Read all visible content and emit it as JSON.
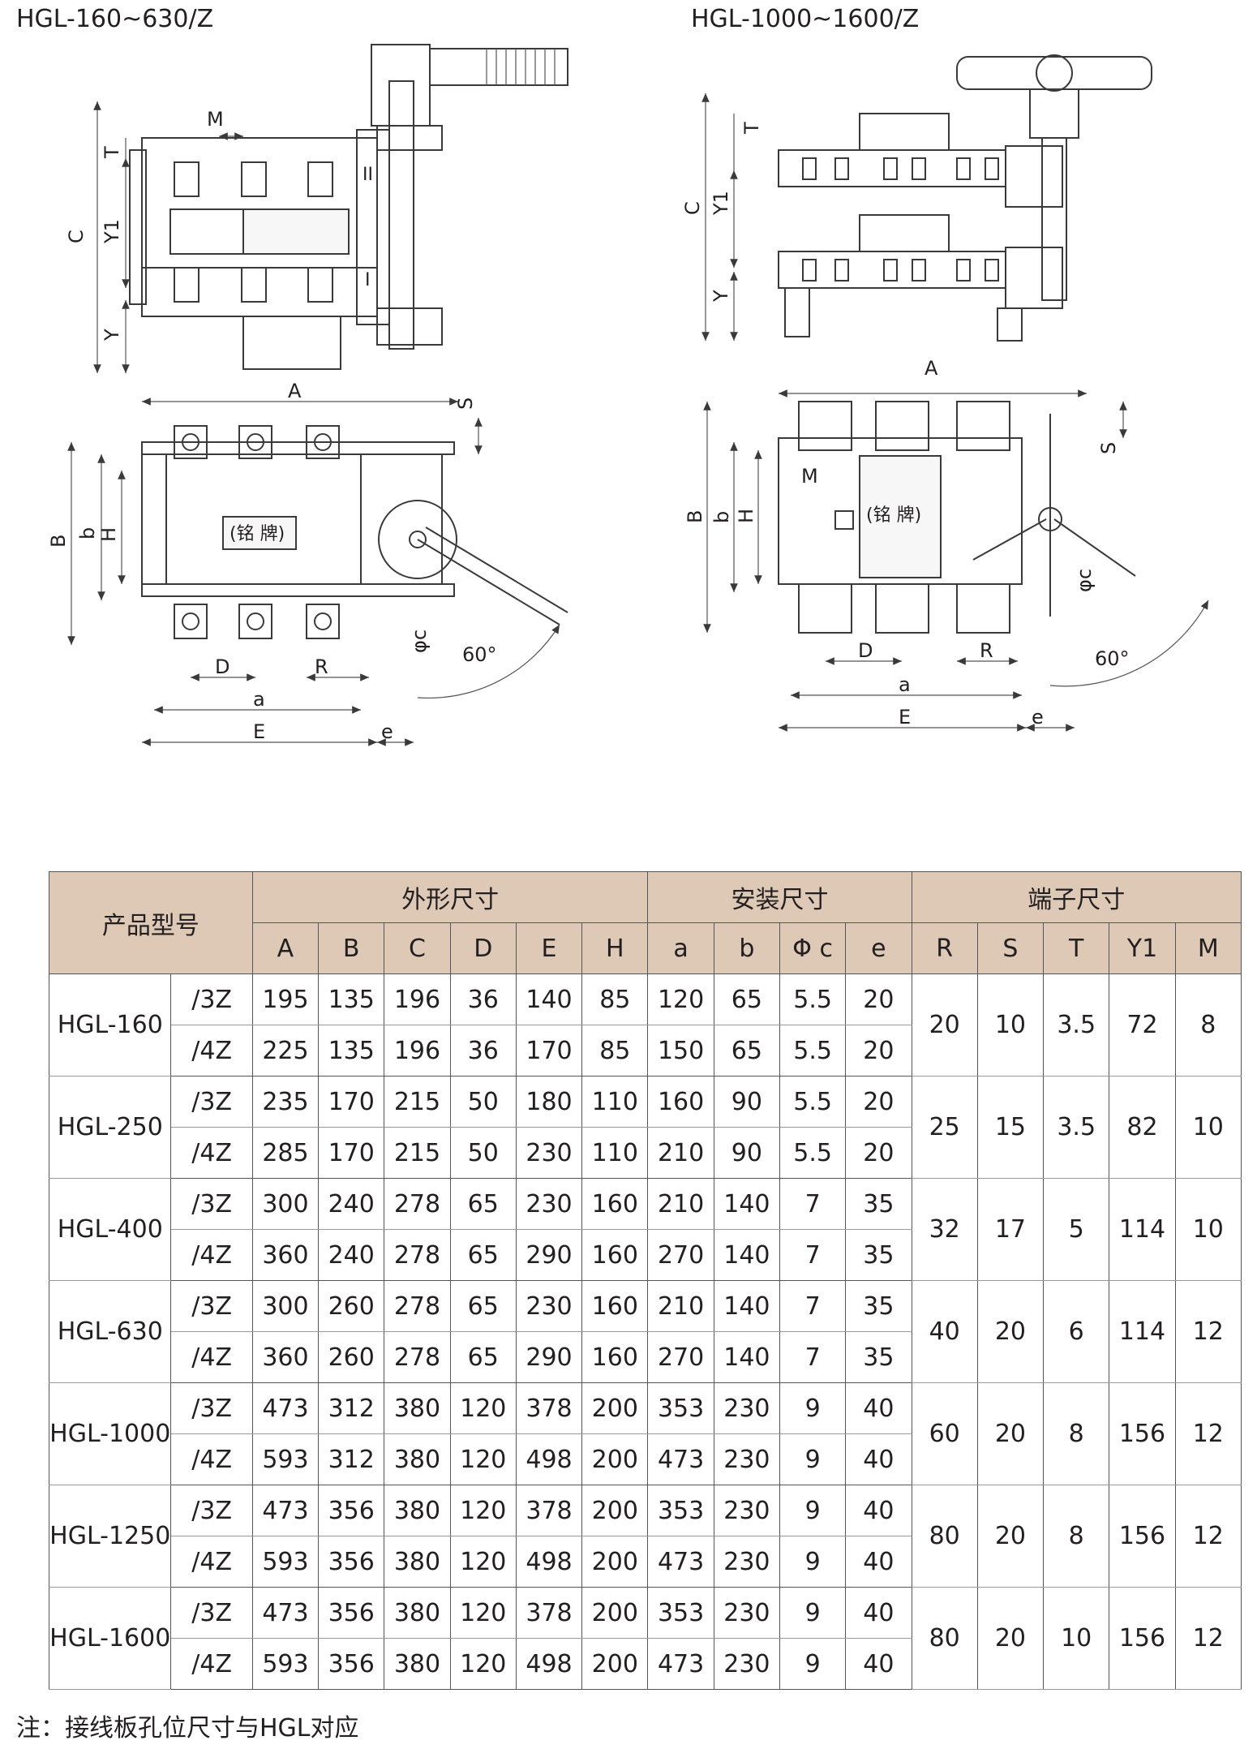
{
  "titles": {
    "left": "HGL-160~630/Z",
    "right": "HGL-1000~1600/Z"
  },
  "drawing_labels": {
    "left_side": {
      "M": "M",
      "T": "T",
      "C": "C",
      "Y1": "Y1",
      "Y": "Y",
      "roman_2": "II",
      "roman_1": "I"
    },
    "left_front": {
      "A": "A",
      "S": "S",
      "B": "B",
      "b": "b",
      "H": "H",
      "nameplate": "(铭 牌)",
      "phi_c": "φc",
      "angle": "60°",
      "D": "D",
      "R": "R",
      "a": "a",
      "E": "E",
      "e": "e"
    },
    "right_side": {
      "T": "T",
      "C": "C",
      "Y1": "Y1",
      "Y": "Y"
    },
    "right_front": {
      "A": "A",
      "S": "S",
      "M": "M",
      "B": "B",
      "b": "b",
      "H": "H",
      "nameplate": "(铭 牌)",
      "phi_c": "φc",
      "angle": "60°",
      "D": "D",
      "R": "R",
      "a": "a",
      "E": "E",
      "e": "e"
    }
  },
  "table": {
    "header_model": "产品型号",
    "groups": [
      "外形尺寸",
      "安装尺寸",
      "端子尺寸"
    ],
    "columns": [
      "A",
      "B",
      "C",
      "D",
      "E",
      "H",
      "a",
      "b",
      "Φ c",
      "e",
      "R",
      "S",
      "T",
      "Y1",
      "M"
    ],
    "rows": [
      {
        "model": "HGL-160",
        "variants": [
          {
            "type": "/3Z",
            "values": [
              "195",
              "135",
              "196",
              "36",
              "140",
              "85",
              "120",
              "65",
              "5.5",
              "20"
            ]
          },
          {
            "type": "/4Z",
            "values": [
              "225",
              "135",
              "196",
              "36",
              "170",
              "85",
              "150",
              "65",
              "5.5",
              "20"
            ]
          }
        ],
        "terminal": [
          "20",
          "10",
          "3.5",
          "72",
          "8"
        ]
      },
      {
        "model": "HGL-250",
        "variants": [
          {
            "type": "/3Z",
            "values": [
              "235",
              "170",
              "215",
              "50",
              "180",
              "110",
              "160",
              "90",
              "5.5",
              "20"
            ]
          },
          {
            "type": "/4Z",
            "values": [
              "285",
              "170",
              "215",
              "50",
              "230",
              "110",
              "210",
              "90",
              "5.5",
              "20"
            ]
          }
        ],
        "terminal": [
          "25",
          "15",
          "3.5",
          "82",
          "10"
        ]
      },
      {
        "model": "HGL-400",
        "variants": [
          {
            "type": "/3Z",
            "values": [
              "300",
              "240",
              "278",
              "65",
              "230",
              "160",
              "210",
              "140",
              "7",
              "35"
            ]
          },
          {
            "type": "/4Z",
            "values": [
              "360",
              "240",
              "278",
              "65",
              "290",
              "160",
              "270",
              "140",
              "7",
              "35"
            ]
          }
        ],
        "terminal": [
          "32",
          "17",
          "5",
          "114",
          "10"
        ]
      },
      {
        "model": "HGL-630",
        "variants": [
          {
            "type": "/3Z",
            "values": [
              "300",
              "260",
              "278",
              "65",
              "230",
              "160",
              "210",
              "140",
              "7",
              "35"
            ]
          },
          {
            "type": "/4Z",
            "values": [
              "360",
              "260",
              "278",
              "65",
              "290",
              "160",
              "270",
              "140",
              "7",
              "35"
            ]
          }
        ],
        "terminal": [
          "40",
          "20",
          "6",
          "114",
          "12"
        ]
      },
      {
        "model": "HGL-1000",
        "variants": [
          {
            "type": "/3Z",
            "values": [
              "473",
              "312",
              "380",
              "120",
              "378",
              "200",
              "353",
              "230",
              "9",
              "40"
            ]
          },
          {
            "type": "/4Z",
            "values": [
              "593",
              "312",
              "380",
              "120",
              "498",
              "200",
              "473",
              "230",
              "9",
              "40"
            ]
          }
        ],
        "terminal": [
          "60",
          "20",
          "8",
          "156",
          "12"
        ]
      },
      {
        "model": "HGL-1250",
        "variants": [
          {
            "type": "/3Z",
            "values": [
              "473",
              "356",
              "380",
              "120",
              "378",
              "200",
              "353",
              "230",
              "9",
              "40"
            ]
          },
          {
            "type": "/4Z",
            "values": [
              "593",
              "356",
              "380",
              "120",
              "498",
              "200",
              "473",
              "230",
              "9",
              "40"
            ]
          }
        ],
        "terminal": [
          "80",
          "20",
          "8",
          "156",
          "12"
        ]
      },
      {
        "model": "HGL-1600",
        "variants": [
          {
            "type": "/3Z",
            "values": [
              "473",
              "356",
              "380",
              "120",
              "378",
              "200",
              "353",
              "230",
              "9",
              "40"
            ]
          },
          {
            "type": "/4Z",
            "values": [
              "593",
              "356",
              "380",
              "120",
              "498",
              "200",
              "473",
              "230",
              "9",
              "40"
            ]
          }
        ],
        "terminal": [
          "80",
          "20",
          "10",
          "156",
          "12"
        ]
      }
    ]
  },
  "note": "注：接线板孔位尺寸与HGL对应",
  "colors": {
    "header_bg": "#ddc9b6",
    "line": "#3a3a3a",
    "text": "#231f20"
  }
}
